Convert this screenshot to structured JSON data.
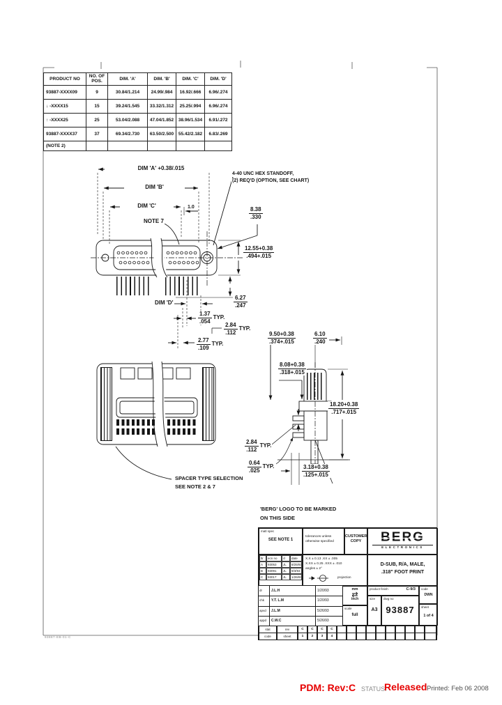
{
  "sheet": {
    "table": {
      "headers": [
        "PRODUCT NO",
        "NO. OF POS.",
        "DIM. 'A'",
        "DIM. 'B'",
        "DIM. 'C'",
        "DIM. 'D'"
      ],
      "rows": [
        [
          "93887-XXXX09",
          "9",
          "30.84/1.214",
          "24.99/.984",
          "16.92/.666",
          "6.96/.274"
        ],
        [
          "↓  -XXXX15",
          "15",
          "39.24/1.545",
          "33.32/1.312",
          "25.25/.994",
          "6.96/.274"
        ],
        [
          "↑  -XXXX25",
          "25",
          "53.04/2.088",
          "47.04/1.852",
          "38.96/1.534",
          "6.91/.272"
        ],
        [
          "93887-XXXX37",
          "37",
          "69.34/2.730",
          "63.50/2.500",
          "55.42/2.182",
          "6.83/.269"
        ]
      ],
      "note": "(NOTE 2)"
    },
    "front_view": {
      "dim_a": "DIM 'A' +0.38/.015",
      "dim_b": "DIM 'B'",
      "dim_c": "DIM 'C'",
      "dim_offset": "1.0",
      "note7": "NOTE 7",
      "standoff_note": [
        "4-40 UNC HEX STANDOFF,",
        "(2) REQ'D (OPTION, SEE CHART)"
      ],
      "d838": {
        "mm": "8.38",
        "in": ".330"
      },
      "d1255": {
        "mm": "12.55+0.38",
        "in": ".494+.015"
      },
      "d627": {
        "mm": "6.27",
        "in": ".247"
      },
      "dim_d": "DIM 'D'",
      "d137": {
        "mm": "1.37",
        "in": ".054",
        "suffix": "TYP."
      },
      "d284": {
        "mm": "2.84",
        "in": ".112",
        "suffix": "TYP."
      },
      "d277": {
        "mm": "2.77",
        "in": ".109",
        "suffix": "TYP."
      }
    },
    "side_view": {
      "d950": {
        "mm": "9.50+0.38",
        "in": ".374+.015"
      },
      "d610": {
        "mm": "6.10",
        "in": ".240"
      },
      "d808": {
        "mm": "8.08+0.38",
        "in": ".318+.015"
      },
      "d1820": {
        "mm": "18.20+0.38",
        "in": ".717+.015"
      },
      "d284": {
        "mm": "2.84",
        "in": ".112",
        "suffix": "TYP."
      },
      "d064": {
        "mm": "0.64",
        "in": ".025",
        "suffix": "TYP."
      },
      "d318": {
        "mm": "3.18+0.38",
        "in": ".125+.015"
      }
    },
    "notes": {
      "spacer": [
        "SPACER TYPE SELECTION",
        "SEE NOTE 2 & 7"
      ],
      "berg_mark": [
        "'BERG' LOGO TO BE MARKED",
        "ON THIS SIDE"
      ]
    },
    "footer_code": "93887-EB-01-C"
  },
  "title_block": {
    "matl_label": "matl spec",
    "matl": "SEE NOTE 1",
    "tol": [
      "tolerances unless",
      "otherwise specified"
    ],
    "customer": [
      "CUSTOMER",
      "COPY"
    ],
    "brand": "BERG",
    "brand_sub": "ELECTRONICS",
    "rev_header": [
      "ltr",
      "ecn no",
      "cl",
      "date"
    ],
    "rev_rows": [
      [
        "A",
        "93053",
        "JL",
        "8/25/93"
      ],
      [
        "B",
        "93091",
        "JL",
        "9/3/93"
      ],
      [
        "C",
        "93017",
        "JL",
        "1/26/93"
      ]
    ],
    "tol_lines": [
      "X.X ± 0.13   .XX ± .005",
      "X.XX ± 0.25   .XXX ± .010",
      "angles ± 2°"
    ],
    "projection_label": "projection",
    "desc": [
      "D-SUB, R/A, MALE,",
      ".318\" FOOT PRINT"
    ],
    "signoff": [
      {
        "role": "dr",
        "name": "J.L.H",
        "date": "1/20/93"
      },
      {
        "role": "chk",
        "name": "Y.T. L.M",
        "date": "1/20/93"
      },
      {
        "role": "apvd",
        "name": "J.L.M",
        "date": "5/26/93"
      },
      {
        "role": "appd",
        "name": "C.W.C",
        "date": "5/26/93"
      }
    ],
    "units": {
      "mm": "mm",
      "inch": "inch",
      "icon": "⇄"
    },
    "finish_label": "product finish",
    "finish": "C-9/3",
    "scale_label": "scale",
    "scale": "full",
    "size_label": "size",
    "size": "A3",
    "dwg_label": "dwg no",
    "dwg_no": "93887",
    "code_label": "code",
    "code": "DWN",
    "sheet_label": "sheet",
    "sheet": "1 of 4",
    "strip": {
      "row1": [
        "stat",
        "rev",
        "C",
        "C",
        "C",
        "C"
      ],
      "row2": [
        "code",
        "sheet",
        "1",
        "2",
        "3",
        "4"
      ]
    }
  },
  "status_bar": {
    "pdm": "PDM: Rev:C",
    "status_label": "STATUS:",
    "status_value": "Released",
    "printed": "Printed: Feb 06 2008",
    "red": "#e60000"
  }
}
